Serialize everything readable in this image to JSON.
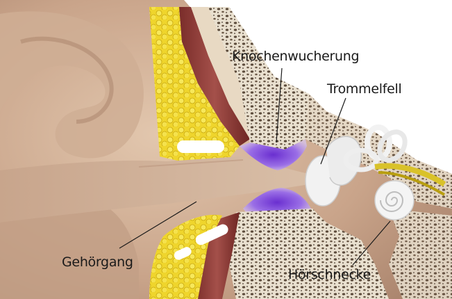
{
  "labels": {
    "bone_growth": "Knochenwucherung",
    "eardrum": "Trommelfell",
    "ear_canal": "Gehörgang",
    "cochlea": "Hörschnecke"
  }
}
